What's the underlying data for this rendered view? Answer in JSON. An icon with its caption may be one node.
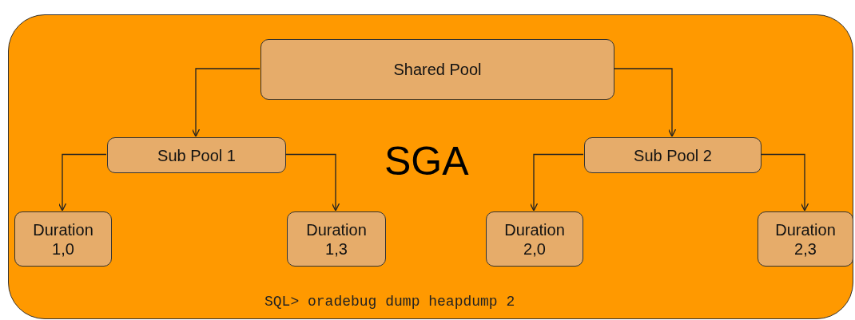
{
  "diagram": {
    "nodes": [
      {
        "text": [
          "SGA",
          "SQL> oradebug dump heapdump 2"
        ]
      },
      {
        "text": [
          "Shared Pool"
        ],
        "in": 0
      },
      {
        "text": [
          "Sub Pool 1"
        ],
        "in": 0
      },
      {
        "text": [
          "Sub Pool 2"
        ],
        "in": 0
      },
      {
        "text": [
          "Duration 1,0"
        ],
        "in": 0
      },
      {
        "text": [
          "Duration 1,3"
        ],
        "in": 0
      },
      {
        "text": [
          "Duration 2,0"
        ],
        "in": 0
      },
      {
        "text": [
          "Duration 2,3"
        ],
        "in": 0
      }
    ],
    "edges": [
      {
        "from": 1,
        "to": 2,
        "arrow": "to"
      },
      {
        "from": 1,
        "to": 3,
        "arrow": "to"
      },
      {
        "from": 2,
        "to": 4,
        "arrow": "to"
      },
      {
        "from": 2,
        "to": 5,
        "arrow": "to"
      },
      {
        "from": 3,
        "to": 6,
        "arrow": "to"
      },
      {
        "from": 3,
        "to": 7,
        "arrow": "to"
      }
    ]
  }
}
